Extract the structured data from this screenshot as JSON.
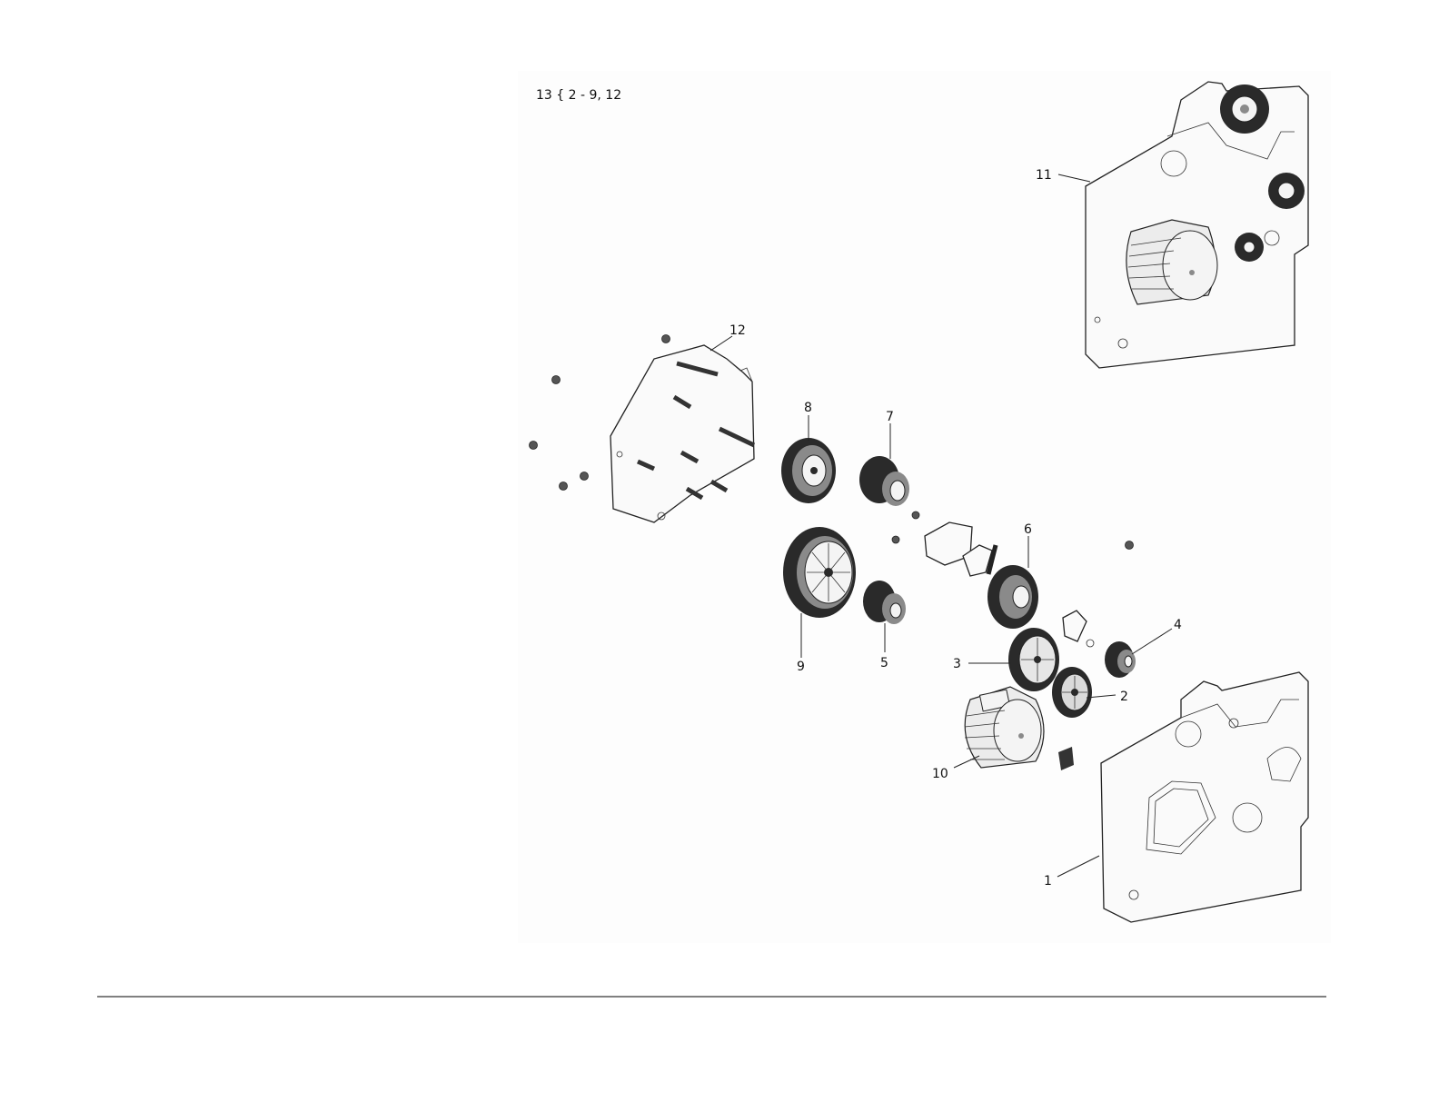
{
  "diagram": {
    "kit_note": "13 { 2 - 9, 12",
    "callouts": [
      {
        "id": "1",
        "text": "1"
      },
      {
        "id": "2",
        "text": "2"
      },
      {
        "id": "3",
        "text": "3"
      },
      {
        "id": "4",
        "text": "4"
      },
      {
        "id": "5",
        "text": "5"
      },
      {
        "id": "6",
        "text": "6"
      },
      {
        "id": "7",
        "text": "7"
      },
      {
        "id": "8",
        "text": "8"
      },
      {
        "id": "9",
        "text": "9"
      },
      {
        "id": "10",
        "text": "10"
      },
      {
        "id": "11",
        "text": "11"
      },
      {
        "id": "12",
        "text": "12"
      }
    ]
  }
}
